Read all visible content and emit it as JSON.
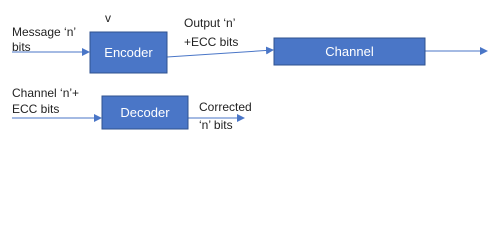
{
  "colors": {
    "box_fill": "#4a76c7",
    "box_stroke": "#2f528f",
    "arrow": "#4a76c7",
    "text": "#222222"
  },
  "labels": {
    "message_line1": "Message ‘n’",
    "message_line2": "bits",
    "marker_v": "v",
    "output_line1": "Output ‘n’",
    "output_line2": "+ECC bits",
    "channel_in_line1": "Channel ‘n’+",
    "channel_in_line2": "ECC bits",
    "corrected_line1": "Corrected",
    "corrected_line2": "‘n’ bits"
  },
  "boxes": {
    "encoder": "Encoder",
    "channel": "Channel",
    "decoder": "Decoder"
  }
}
